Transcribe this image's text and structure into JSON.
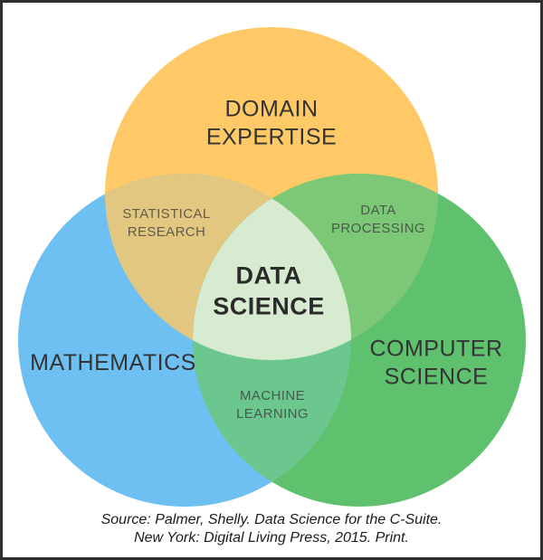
{
  "page": {
    "background": "#ffffff",
    "border_color": "#2e2e2e"
  },
  "chart_data": {
    "type": "venn",
    "title": "",
    "circles": [
      {
        "name": "domain-expertise",
        "label_line1": "DOMAIN",
        "label_line2": "EXPERTISE",
        "color": "#FFC967"
      },
      {
        "name": "mathematics",
        "label_line1": "MATHEMATICS",
        "color": "#6EC0F2"
      },
      {
        "name": "computer-science",
        "label_line1": "COMPUTER",
        "label_line2": "SCIENCE",
        "color": "#5FC16E"
      }
    ],
    "overlaps": [
      {
        "name": "statistical-research",
        "between": [
          "domain-expertise",
          "mathematics"
        ],
        "label_line1": "STATISTICAL",
        "label_line2": "RESEARCH",
        "color": "#E1C780"
      },
      {
        "name": "data-processing",
        "between": [
          "domain-expertise",
          "computer-science"
        ],
        "label_line1": "DATA",
        "label_line2": "PROCESSING",
        "color": "#7CC877"
      },
      {
        "name": "machine-learning",
        "between": [
          "mathematics",
          "computer-science"
        ],
        "label_line1": "MACHINE",
        "label_line2": "LEARNING",
        "color": "#6CC78F"
      }
    ],
    "center": {
      "name": "data-science",
      "label_line1": "DATA",
      "label_line2": "SCIENCE",
      "color": "#D7EBD0"
    }
  },
  "source": {
    "line1": "Source: Palmer, Shelly. Data Science for the C-Suite.",
    "line2": "New York: Digital Living Press, 2015. Print."
  }
}
